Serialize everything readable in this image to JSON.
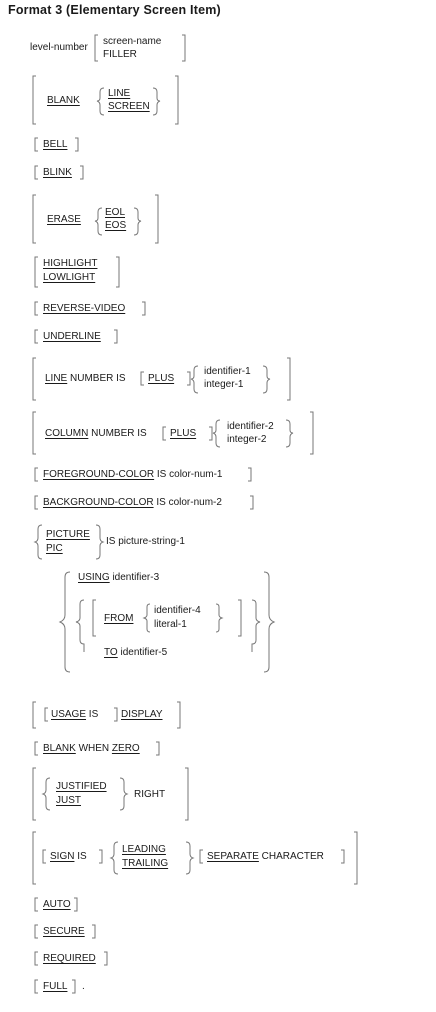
{
  "title": "Format 3 (Elementary Screen Item)",
  "clauses": {
    "level_number": "level-number",
    "screen_name": "screen-name",
    "filler": "FILLER",
    "blank": "BLANK",
    "line": "LINE",
    "screen": "SCREEN",
    "bell": "BELL",
    "blink": "BLINK",
    "erase": "ERASE",
    "eol": "EOL",
    "eos": "EOS",
    "highlight": "HIGHLIGHT",
    "lowlight": "LOWLIGHT",
    "reverse_video": "REVERSE-VIDEO",
    "underline": "UNDERLINE",
    "line_kw": "LINE",
    "number_is": "NUMBER IS",
    "plus": "PLUS",
    "identifier_1": "identifier-1",
    "integer_1": "integer-1",
    "column_kw": "COLUMN",
    "number_is_2": "NUMBER IS",
    "plus_2": "PLUS",
    "identifier_2": "identifier-2",
    "integer_2": "integer-2",
    "foreground_color": "FOREGROUND-COLOR",
    "fg_is": "IS color-num-1",
    "background_color": "BACKGROUND-COLOR",
    "bg_is": "IS color-num-2",
    "picture": "PICTURE",
    "pic": "PIC",
    "is_picture_string": "IS picture-string-1",
    "using": "USING",
    "using_id": "identifier-3",
    "from": "FROM",
    "identifier_4": "identifier-4",
    "literal_1": "literal-1",
    "to": "TO",
    "to_id": "identifier-5",
    "usage": "USAGE",
    "usage_is": "IS",
    "display": "DISPLAY",
    "blank_when": "BLANK",
    "when": "WHEN",
    "zero": "ZERO",
    "justified": "JUSTIFIED",
    "just": "JUST",
    "right": "RIGHT",
    "sign": "SIGN",
    "sign_is": "IS",
    "leading": "LEADING",
    "trailing": "TRAILING",
    "separate": "SEPARATE",
    "character": "CHARACTER",
    "auto": "AUTO",
    "secure": "SECURE",
    "required": "REQUIRED",
    "full": "FULL",
    "period": "."
  }
}
